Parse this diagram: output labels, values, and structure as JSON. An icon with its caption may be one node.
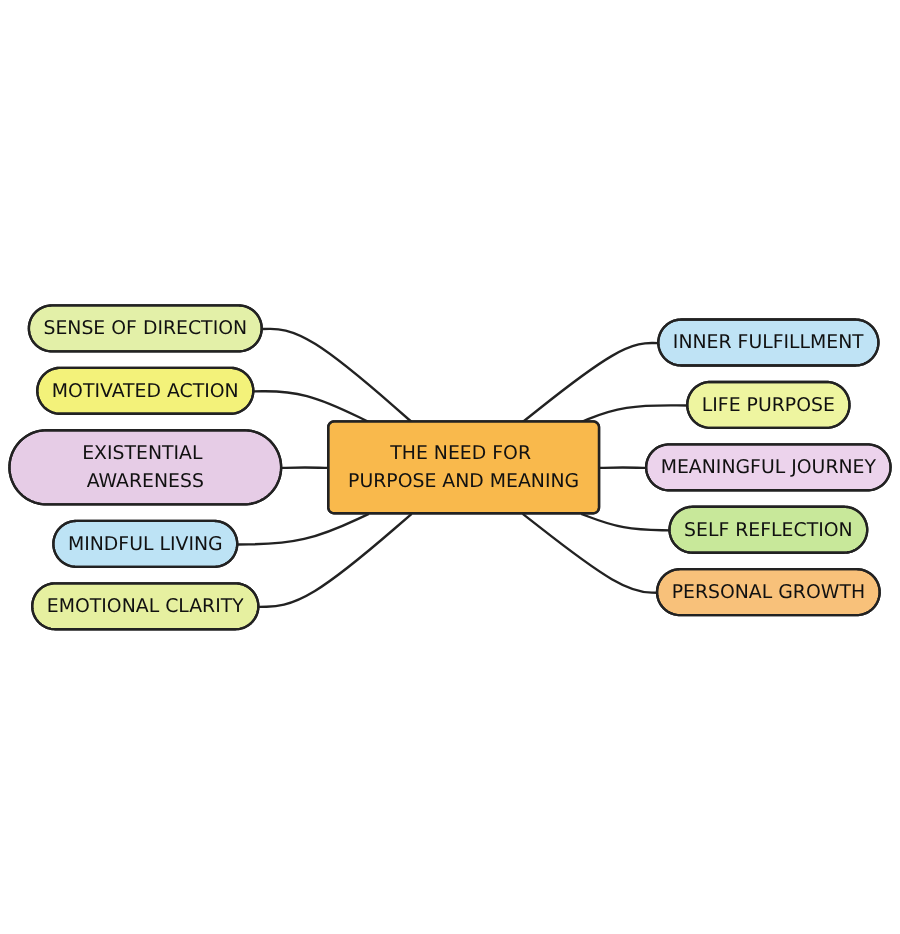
{
  "diagram": {
    "nodes": [
      {
        "text": [
          "THE NEED FOR PURPOSE AND MEANING"
        ]
      },
      {
        "text": [
          "SENSE OF DIRECTION"
        ]
      },
      {
        "text": [
          "INNER FULFILLMENT"
        ]
      },
      {
        "text": [
          "LIFE PURPOSE"
        ]
      },
      {
        "text": [
          "MOTIVATED ACTION"
        ]
      },
      {
        "text": [
          "MEANINGFUL JOURNEY"
        ]
      },
      {
        "text": [
          "EXISTENTIAL AWARENESS"
        ]
      },
      {
        "text": [
          "SELF REFLECTION"
        ]
      },
      {
        "text": [
          "MINDFUL LIVING"
        ]
      },
      {
        "text": [
          "EMOTIONAL CLARITY"
        ]
      },
      {
        "text": [
          "PERSONAL GROWTH"
        ]
      }
    ],
    "edges": [
      {
        "from": 1,
        "to": 0,
        "arrow": "none"
      },
      {
        "from": 0,
        "to": 2,
        "arrow": "none"
      },
      {
        "from": 0,
        "to": 3,
        "arrow": "none"
      },
      {
        "from": 4,
        "to": 0,
        "arrow": "none"
      },
      {
        "from": 0,
        "to": 5,
        "arrow": "none"
      },
      {
        "from": 6,
        "to": 0,
        "arrow": "none"
      },
      {
        "from": 0,
        "to": 7,
        "arrow": "none"
      },
      {
        "from": 8,
        "to": 0,
        "arrow": "none"
      },
      {
        "from": 9,
        "to": 0,
        "arrow": "none"
      },
      {
        "from": 0,
        "to": 10,
        "arrow": "none"
      }
    ]
  }
}
